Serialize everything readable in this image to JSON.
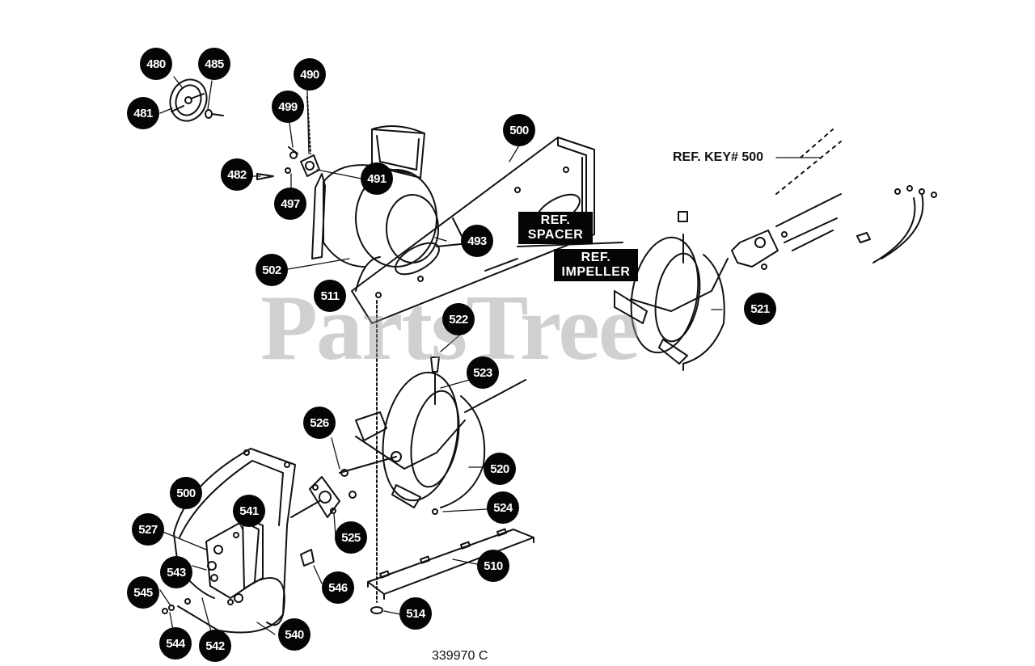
{
  "diagram": {
    "drawing_number": "339970 C",
    "watermark": "PartsTree",
    "ref_key_label": "REF. KEY# 500",
    "ref_spacer": [
      "REF.",
      "SPACER"
    ],
    "ref_impeller": [
      "REF.",
      "IMPELLER"
    ],
    "callouts": [
      {
        "id": "480",
        "label": "480"
      },
      {
        "id": "485",
        "label": "485"
      },
      {
        "id": "481",
        "label": "481"
      },
      {
        "id": "490",
        "label": "490"
      },
      {
        "id": "499",
        "label": "499"
      },
      {
        "id": "482",
        "label": "482"
      },
      {
        "id": "491",
        "label": "491"
      },
      {
        "id": "497",
        "label": "497"
      },
      {
        "id": "500a",
        "label": "500"
      },
      {
        "id": "493",
        "label": "493"
      },
      {
        "id": "502",
        "label": "502"
      },
      {
        "id": "511",
        "label": "511"
      },
      {
        "id": "521",
        "label": "521"
      },
      {
        "id": "522",
        "label": "522"
      },
      {
        "id": "523",
        "label": "523"
      },
      {
        "id": "526",
        "label": "526"
      },
      {
        "id": "520",
        "label": "520"
      },
      {
        "id": "524",
        "label": "524"
      },
      {
        "id": "500b",
        "label": "500"
      },
      {
        "id": "541",
        "label": "541"
      },
      {
        "id": "527",
        "label": "527"
      },
      {
        "id": "525",
        "label": "525"
      },
      {
        "id": "510",
        "label": "510"
      },
      {
        "id": "543",
        "label": "543"
      },
      {
        "id": "546",
        "label": "546"
      },
      {
        "id": "545",
        "label": "545"
      },
      {
        "id": "514",
        "label": "514"
      },
      {
        "id": "540",
        "label": "540"
      },
      {
        "id": "544",
        "label": "544"
      },
      {
        "id": "542",
        "label": "542"
      }
    ]
  }
}
